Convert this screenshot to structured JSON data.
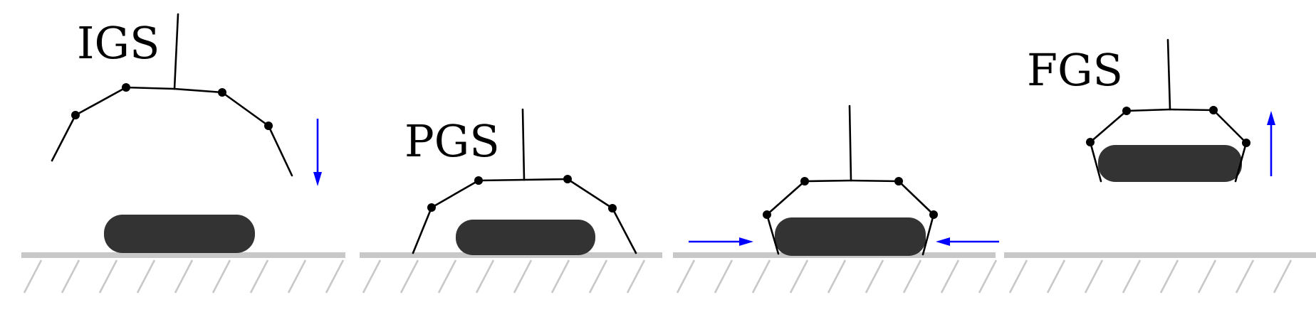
{
  "colors": {
    "object": "#333333",
    "ground": "#c8c8c8",
    "arrow": "#0000ff",
    "gripper": "#000000"
  },
  "stages": [
    {
      "id": "igs",
      "label": "IGS",
      "motion": "down"
    },
    {
      "id": "pgs",
      "label": "PGS",
      "motion": "none"
    },
    {
      "id": "squeeze",
      "label": "",
      "motion": "inward"
    },
    {
      "id": "fgs",
      "label": "FGS",
      "motion": "up"
    }
  ]
}
